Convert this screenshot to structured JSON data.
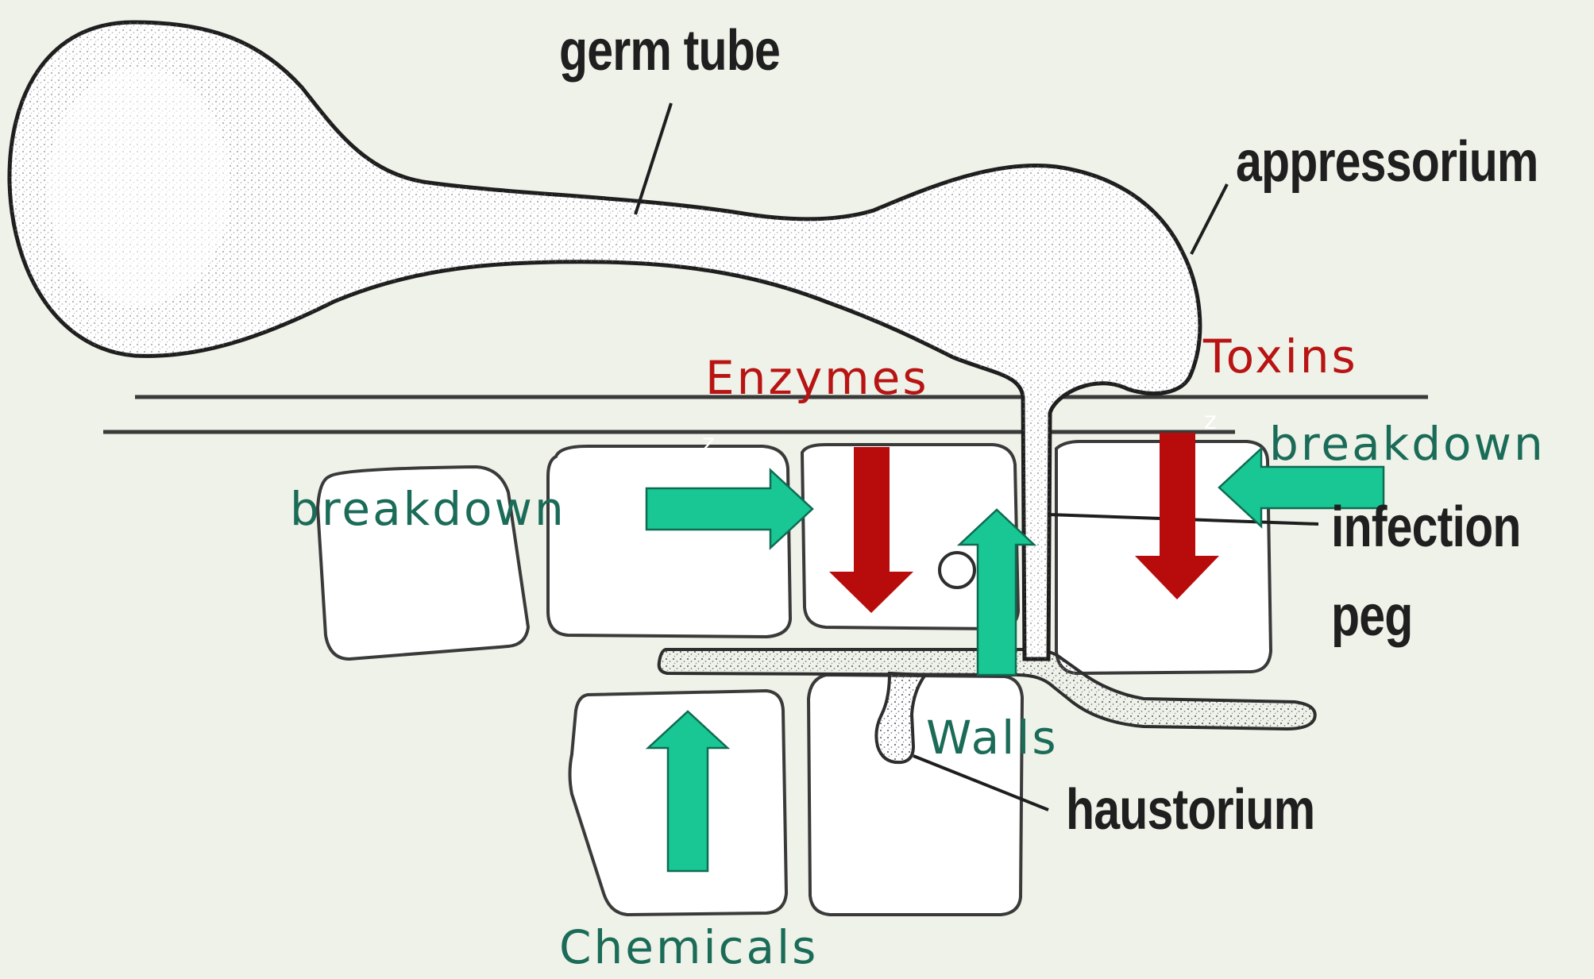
{
  "labels": {
    "germ_tube": "germ tube",
    "appressorium": "appressorium",
    "infection": "infection",
    "peg": "peg",
    "haustorium": "haustorium"
  },
  "annotations": {
    "enzymes": "Enzymes",
    "toxins": "Toxins",
    "breakdown_left": "breakdown",
    "breakdown_right": "breakdown",
    "walls": "Walls",
    "chemicals": "Chemicals"
  },
  "colors": {
    "background": "#eef2e8",
    "red_arrow": "#b80c0c",
    "green_arrow": "#19c795",
    "red_text": "#b81414",
    "green_text": "#1a6b57"
  }
}
